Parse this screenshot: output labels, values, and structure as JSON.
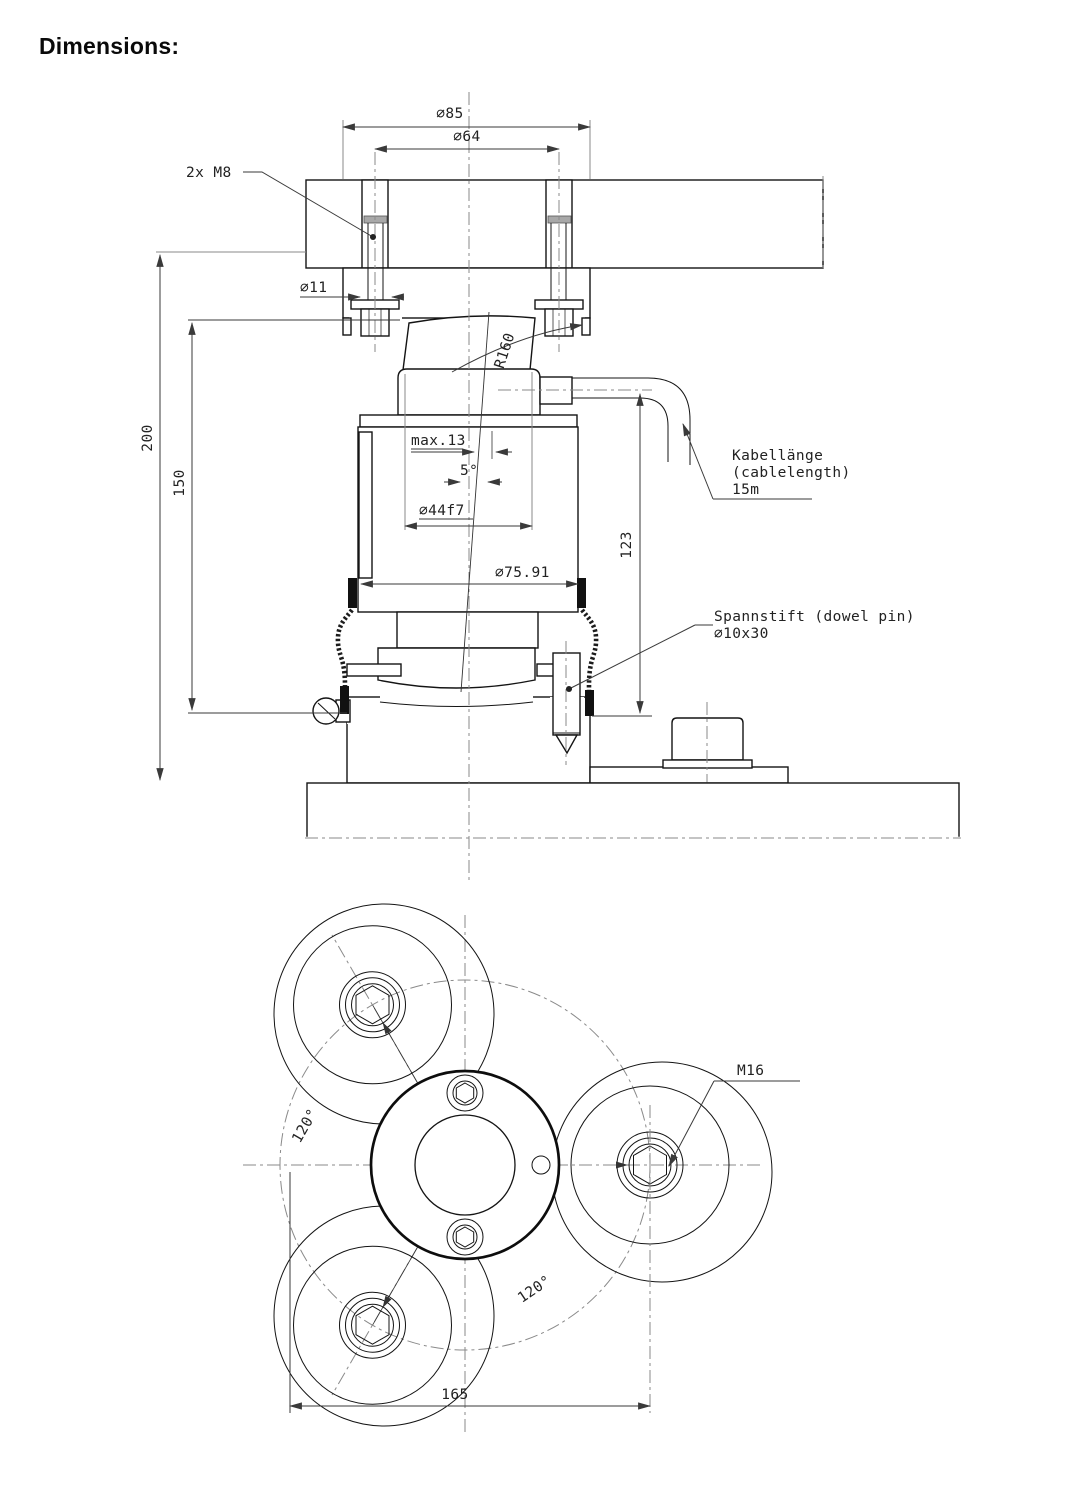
{
  "title": "Dimensions:",
  "side_view": {
    "dia85": "⌀85",
    "dia64": "⌀64",
    "bolt_label": "2x M8",
    "dia11": "⌀11",
    "height_total": "200",
    "height_cell": "150",
    "radius": "R160",
    "max_offset": "max.13",
    "tilt_angle": "5°",
    "dia44": "⌀44f7",
    "dia7591": "⌀75.91",
    "height_123": "123",
    "cable_label_de": "Kabellänge",
    "cable_label_en": "(cablelength)",
    "cable_length": "15m",
    "dowel_label": "Spannstift (dowel pin)",
    "dowel_size": "⌀10x30"
  },
  "bottom_view": {
    "angle_upper": "120°",
    "angle_lower": "120°",
    "bolt_thread": "M16",
    "bolt_span": "165"
  },
  "colors": {
    "ink": "#141414",
    "dim_line": "#3a3a3a",
    "centerline": "#8a8a8a",
    "paper": "#ffffff"
  }
}
